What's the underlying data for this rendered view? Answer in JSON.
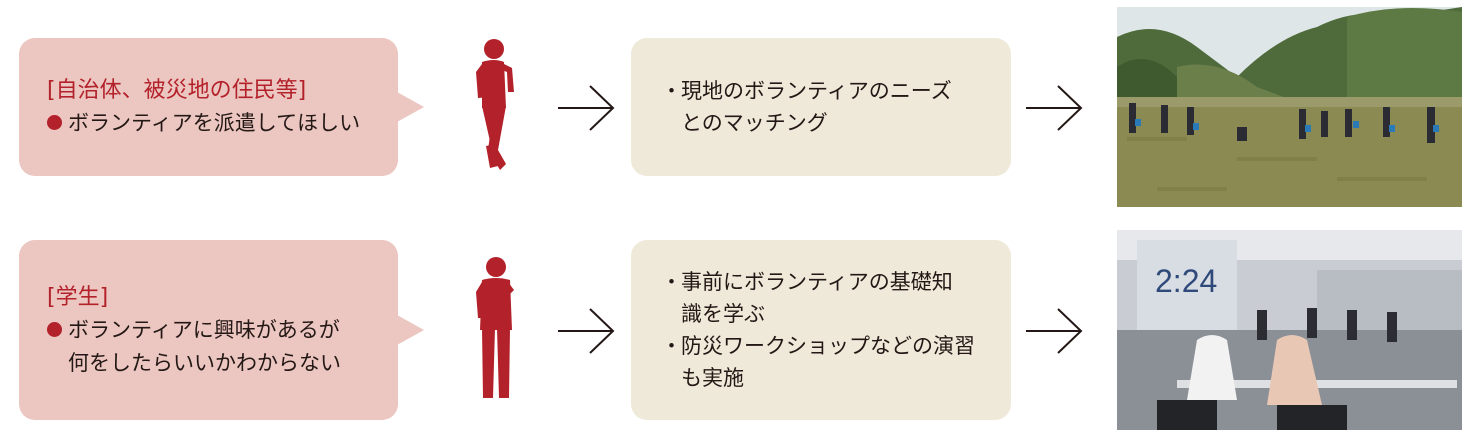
{
  "rows": [
    {
      "bubble_title": "[自治体、被災地の住民等]",
      "bubble_lines": [
        "ボランティアを派遣してほしい"
      ],
      "box_items": [
        [
          "・",
          "現地のボランティアのニーズ",
          "とのマッチング"
        ]
      ],
      "photo_icon": "field-volunteers-photo"
    },
    {
      "bubble_title": "[学生]",
      "bubble_lines": [
        "ボランティアに興味があるが",
        "何をしたらいいかわからない"
      ],
      "box_items": [
        [
          "・",
          "事前にボランティアの基礎知",
          "識を学ぶ"
        ],
        [
          "・",
          "防災ワークショップなどの演習",
          "も実施"
        ]
      ],
      "photo_icon": "classroom-workshop-photo",
      "screen_clock": "2:24"
    }
  ],
  "colors": {
    "accent": "#b3212b",
    "bubble_bg": "#ecc6c0",
    "box_bg": "#efe9d9"
  }
}
